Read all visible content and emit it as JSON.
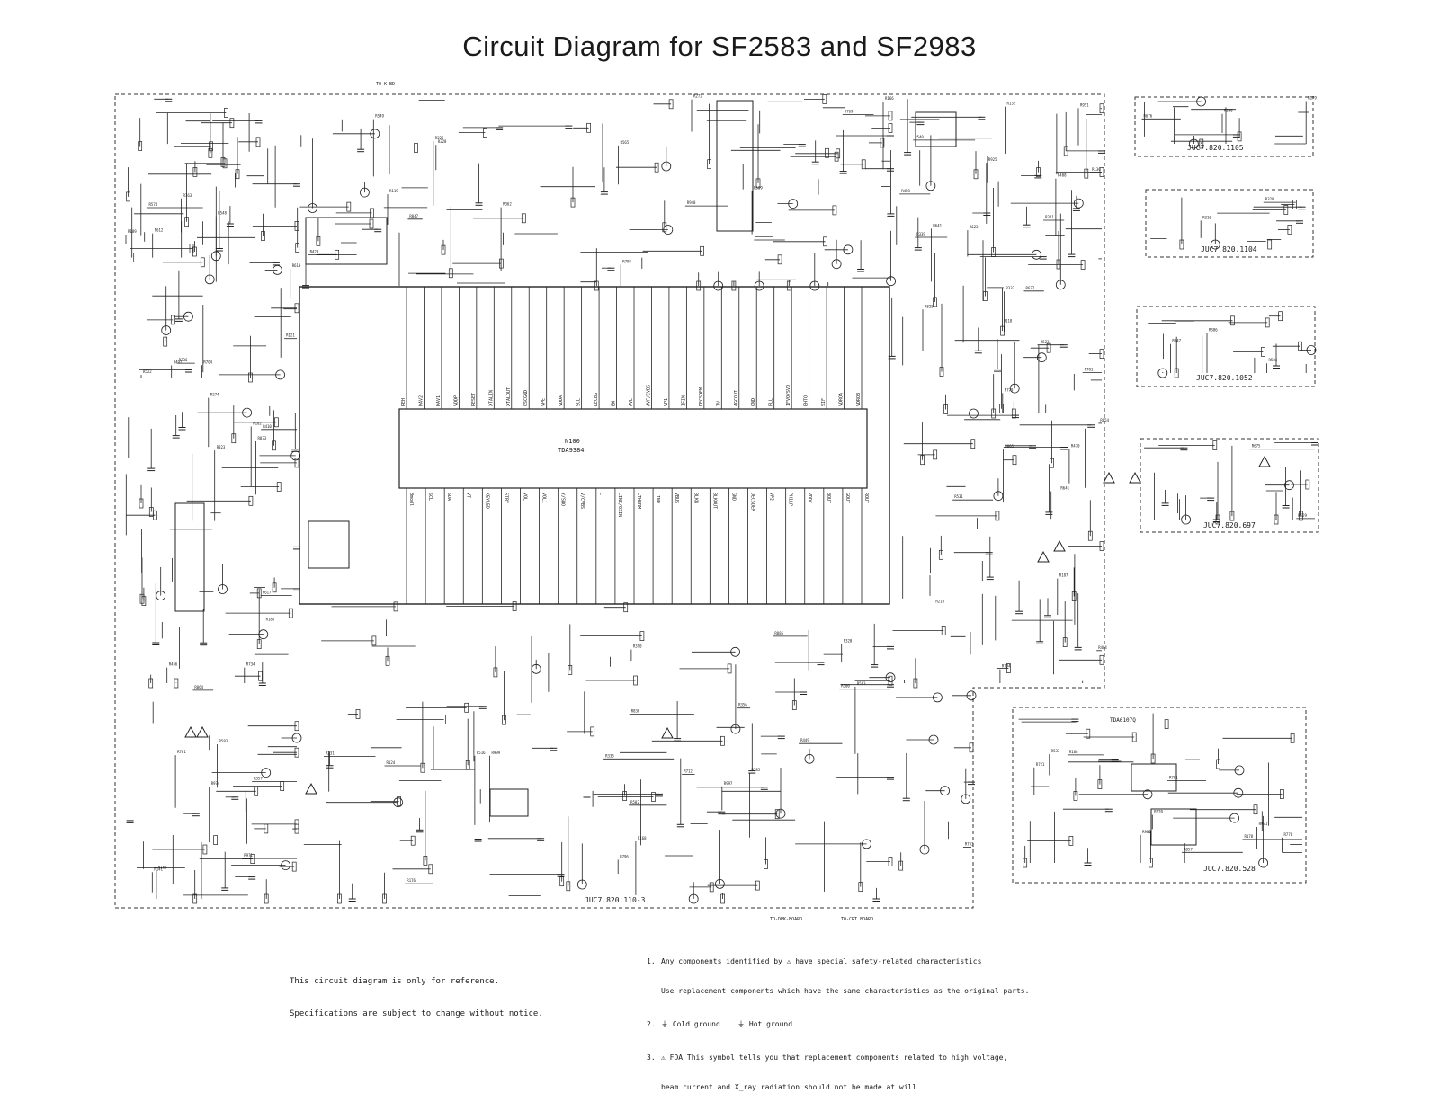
{
  "title": "Circuit Diagram for SF2583 and SF2983",
  "main_ic": {
    "ref": "N100",
    "part": "TDA9384"
  },
  "ic_pins_top": [
    "REH",
    "KAV2",
    "KAV1",
    "VDDP",
    "RESET",
    "XTALIN",
    "XTALOUT",
    "OSCGND",
    "VPE",
    "VDDA",
    "SCL",
    "DECBG",
    "EW",
    "AVL",
    "AVF/CVBS",
    "VP1",
    "IFIN",
    "DECSDEM",
    "TV",
    "AGCOUT",
    "GND",
    "PLL",
    "IFVO/SVO",
    "EHTO",
    "SIF",
    "VDROA",
    "VDROB"
  ],
  "ic_pins_bottom": [
    "Bmodl",
    "SCL",
    "SDA",
    "VT",
    "KEYLED",
    "STBY",
    "VOL",
    "VOL1",
    "Y/SWO",
    "V/CVBS",
    "C",
    "LINE/OSIN",
    "LTHERM",
    "LINR",
    "VBUS",
    "BLKN",
    "BLKOUT",
    "GND",
    "DECSDEM",
    "VP2",
    "PH1LP",
    "VDDC",
    "BOUT",
    "GOUT",
    "ROUT"
  ],
  "module_labels": [
    "JUC7.820.1105",
    "JUC7.820.1104",
    "JUC7.820.1052",
    "JUC7.820.697",
    "JUC7.820.528",
    "JUC7.820.110-3"
  ],
  "crt_ic": "TDA6107Q",
  "connector_labels": [
    "TO-K-BD",
    "TO-CRT BOARD",
    "TO-DPK-BOARD"
  ],
  "disclaimer": [
    "This circuit diagram is only for reference.",
    "Specifications are subject to change without notice."
  ],
  "notes": [
    {
      "num": "1.",
      "text": "Any components identified by ⚠ have special safety-related characteristics",
      "text2": "Use replacement components which have the same characteristics as the original parts."
    },
    {
      "num": "2.",
      "text": "⏚ Cold ground    ⏚ Hot ground",
      "text2": ""
    },
    {
      "num": "3.",
      "text": "⚠ FDA This symbol tells you that replacement components related to high voltage,",
      "text2": "beam current and X_ray radiation should not be made at will"
    }
  ]
}
